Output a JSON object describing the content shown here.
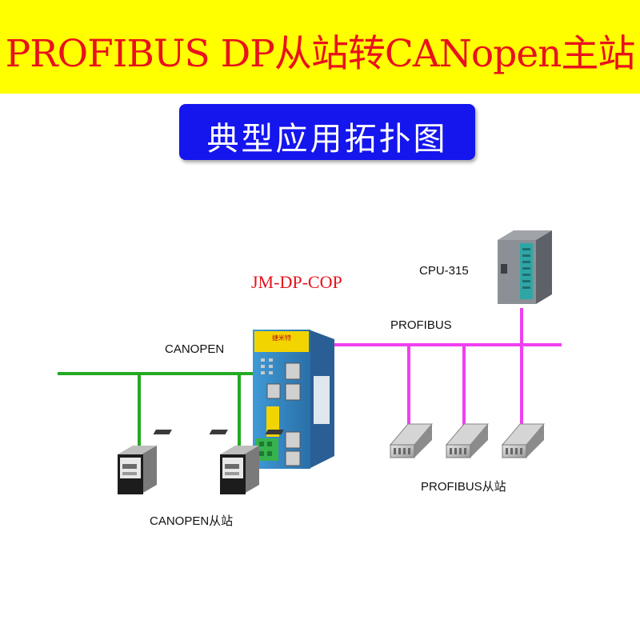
{
  "header": {
    "title": "PROFIBUS  DP从站转CANopen主站",
    "subtitle": "典型应用拓扑图",
    "banner_color": "#ffff00",
    "title_color": "#e8121c",
    "subtitle_bg": "#1515ee"
  },
  "diagram": {
    "gateway": {
      "model_label": "JM-DP-COP",
      "brand_text": "捷米特",
      "icon": "gateway-device-icon"
    },
    "plc": {
      "label": "CPU-315",
      "icon": "plc-cpu-icon"
    },
    "profibus_bus": {
      "label": "PROFIBUS",
      "color": "#f040f0"
    },
    "canopen_bus": {
      "label": "CANOPEN",
      "color": "#22aa22"
    },
    "canopen_slaves": {
      "label": "CANOPEN从站",
      "icon": "servo-drive-icon"
    },
    "profibus_slaves": {
      "label": "PROFIBUS从站",
      "icon": "io-module-icon"
    }
  }
}
